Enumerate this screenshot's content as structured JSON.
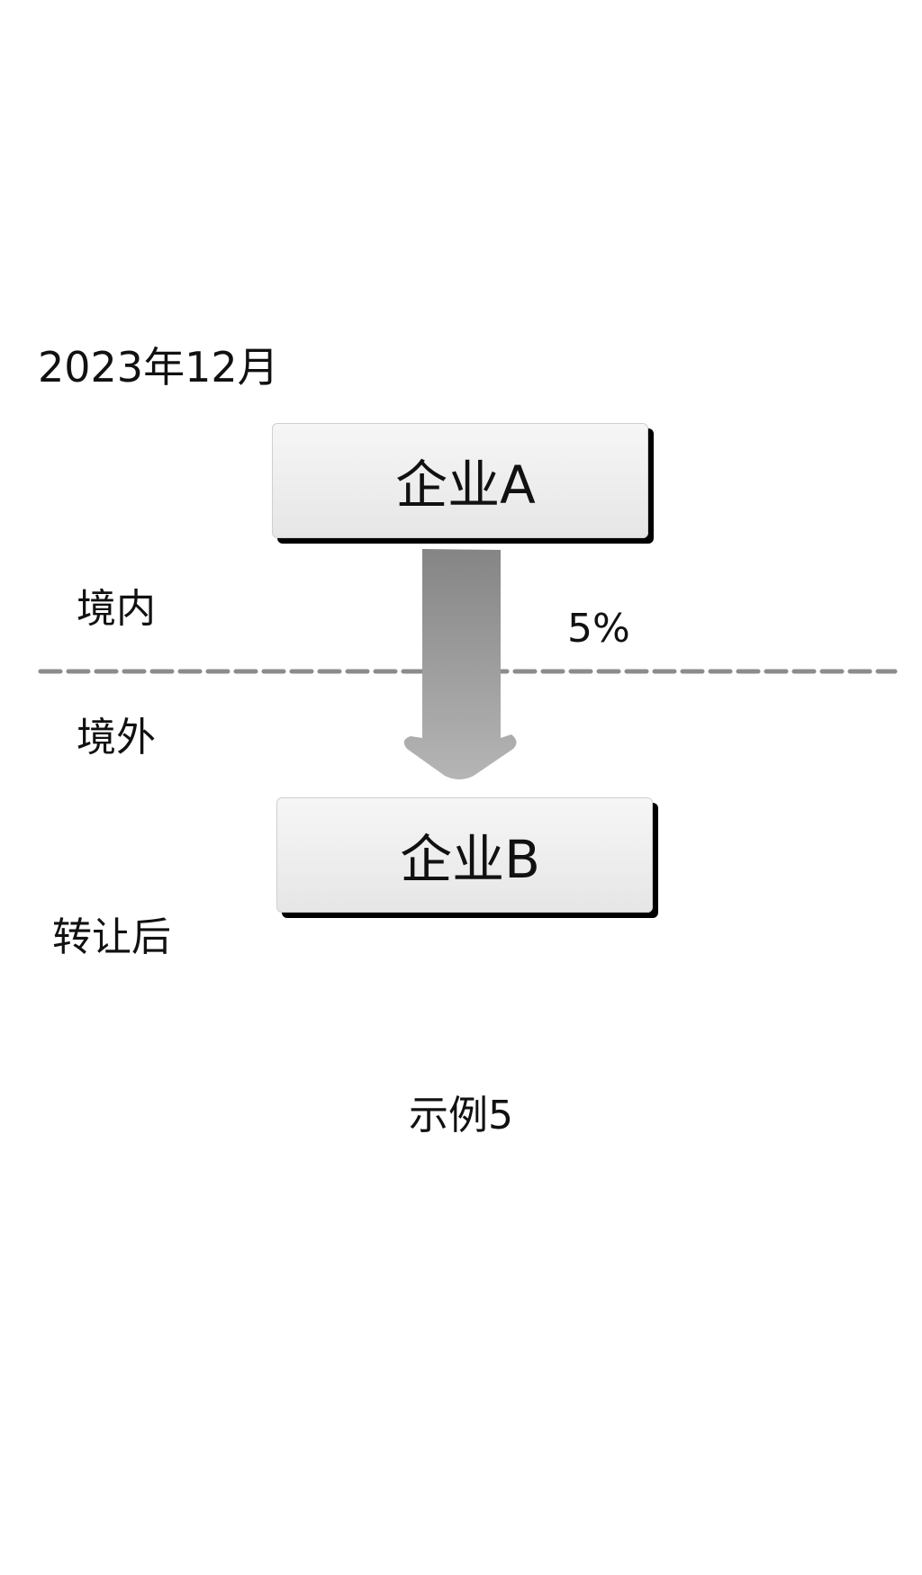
{
  "diagram": {
    "date": "2023年12月",
    "domestic": "境内",
    "overseas": "境外",
    "after_transfer": "转让后",
    "entity_a": "企业A",
    "entity_b": "企业B",
    "share_percent": "5%",
    "caption": "示例5"
  },
  "colors": {
    "box_fill": "#ececec",
    "box_shadow": "#000000",
    "divider": "#8c8c8c",
    "arrow_top": "#858585",
    "arrow_bottom": "#b5b5b5"
  }
}
